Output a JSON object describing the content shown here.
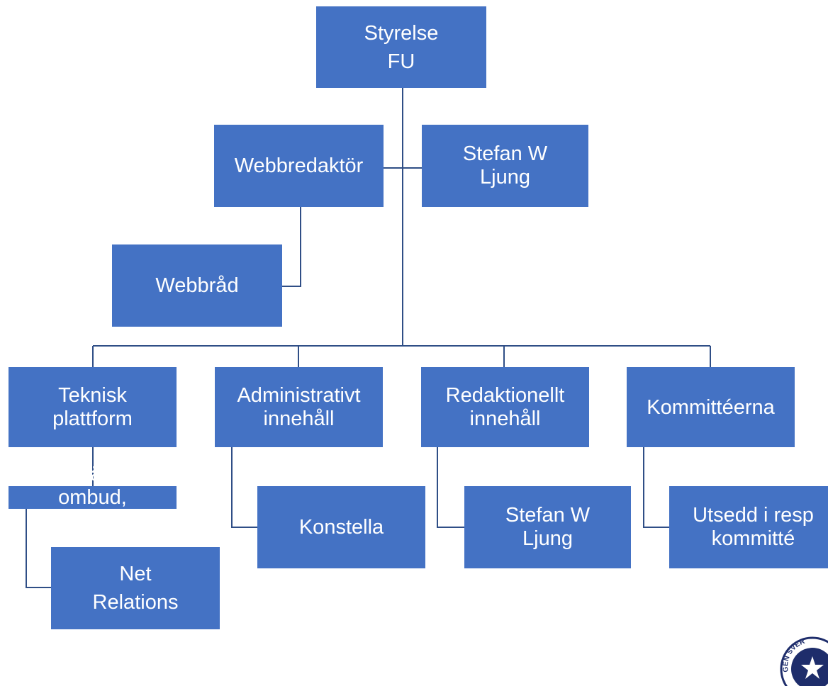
{
  "colors": {
    "box_fill": "#4472c4",
    "box_text": "#ffffff",
    "connector": "#2f4e86"
  },
  "org": {
    "top": "Styrelse\nFU",
    "webbredaktor": "Webbredaktör",
    "stefan_top": "Stefan W\nLjung",
    "webbrad": "Webbråd",
    "teknisk": "Teknisk\nplattform",
    "bestallar": "Beställar-\nombud,\nDioniq",
    "net_relations": "Net\nRelations",
    "administrativt": "Administrativt\ninnehåll",
    "konstella": "Konstella",
    "redaktionellt": "Redaktionellt\ninnehåll",
    "stefan_bottom": "Stefan W\nLjung",
    "kommitteerna": "Kommittéerna",
    "utsedd": "Utsedd i resp\nkommitté"
  },
  "logo": {
    "name": "organization-seal-icon",
    "text": "GEN SVER"
  }
}
